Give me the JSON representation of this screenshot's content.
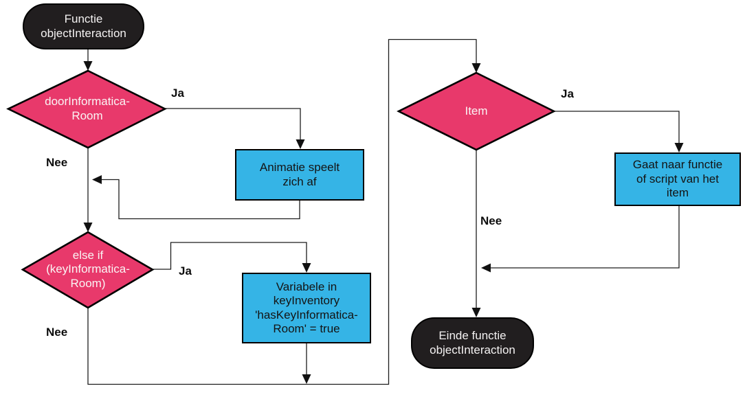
{
  "diagram": {
    "type": "flowchart",
    "language": "nl",
    "colors": {
      "decision_fill": "#e8396b",
      "process_fill": "#35b4e6",
      "terminator_fill": "#211e1f",
      "shape_stroke": "#000000",
      "line": "#1c1c1c",
      "background": "#ffffff"
    },
    "nodes": {
      "start": {
        "kind": "terminator",
        "label": "Functie\nobjectInteraction"
      },
      "decision_door": {
        "kind": "decision",
        "label": "doorInformatica-\nRoom"
      },
      "process_animation": {
        "kind": "process",
        "label": "Animatie speelt\nzich af"
      },
      "decision_key": {
        "kind": "decision",
        "label": "else if\n(keyInformatica-\nRoom)"
      },
      "process_variable": {
        "kind": "process",
        "label": "Variabele in\nkeyInventory\n'hasKeyInformatica-\nRoom' = true"
      },
      "decision_item": {
        "kind": "decision",
        "label": "Item"
      },
      "process_item_script": {
        "kind": "process",
        "label": "Gaat naar functie\nof script van het\nitem"
      },
      "end": {
        "kind": "terminator",
        "label": "Einde functie\nobjectInteraction"
      }
    },
    "edge_labels": {
      "door_ja": "Ja",
      "door_nee": "Nee",
      "key_ja": "Ja",
      "key_nee": "Nee",
      "item_ja": "Ja",
      "item_nee": "Nee"
    }
  }
}
